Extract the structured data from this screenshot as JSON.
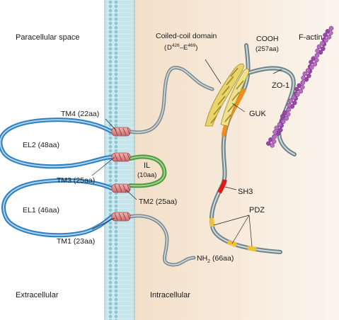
{
  "regions": {
    "paracellular": "Paracellular space",
    "extracellular": "Extracellular",
    "intracellular": "Intracellular"
  },
  "domains": {
    "coiled_coil_title": "Coiled-coil domain",
    "coiled_coil_range_d": "D",
    "coiled_coil_range_d_sup": "426",
    "coiled_coil_range_dash": "–E",
    "coiled_coil_range_e_sup": "469",
    "cooh": "COOH",
    "cooh_len": "(257aa)",
    "factin": "F-actin",
    "zo1": "ZO-1",
    "guk": "GUK",
    "sh3": "SH3",
    "pdz": "PDZ",
    "nh2": "NH",
    "nh2_sub": "2",
    "nh2_len": " (66aa)"
  },
  "segments": {
    "tm4": "TM4 (22aa)",
    "el2": "EL2 (48aa)",
    "tm3": "TM3 (25aa)",
    "il": "IL",
    "il_len": "(10aa)",
    "tm2": "TM2 (25aa)",
    "el1": "EL1 (46aa)",
    "tm1": "TM1 (23aa)"
  },
  "colors": {
    "membrane": "#a9d6e0",
    "intracellular_bg": "#f2e1cc",
    "extracellular_loop": "#2f7fbf",
    "intracellular_loop": "#7d8d92",
    "helix": "#e08a8a",
    "il_loop": "#5fae4f",
    "guk": "#f28c1c",
    "sh3": "#e01818",
    "pdz": "#f2c22e",
    "coiled_coil": "#e8d46a",
    "factin": "#a64fb0"
  }
}
